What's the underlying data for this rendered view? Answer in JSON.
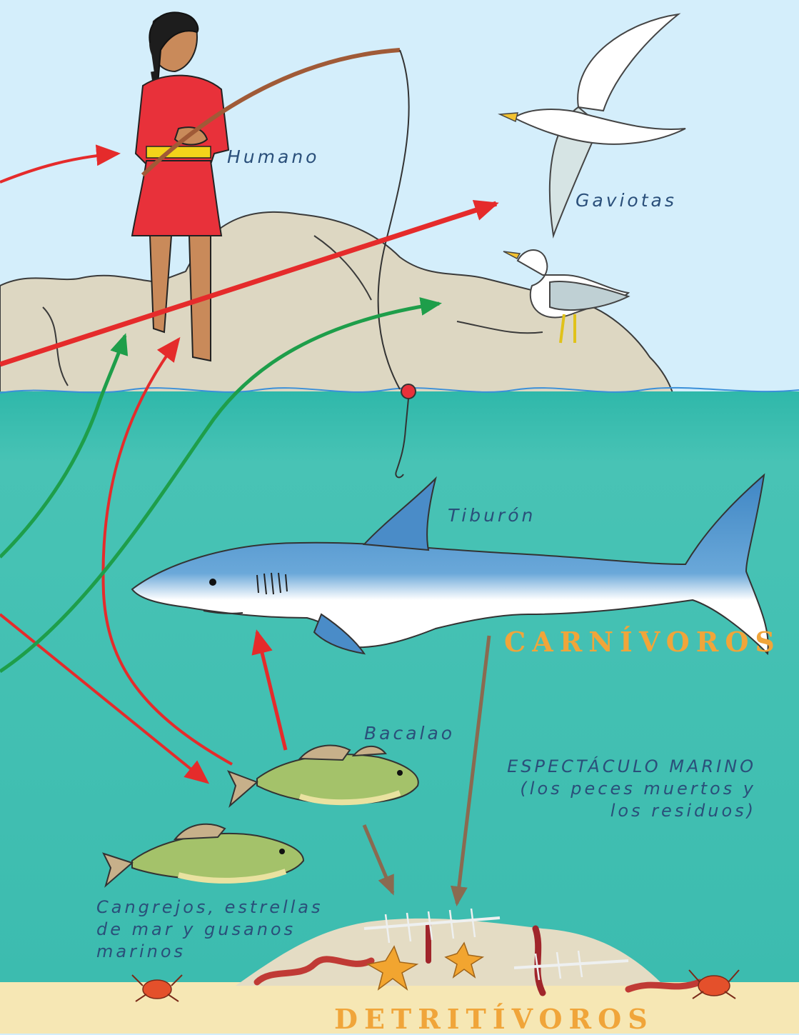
{
  "labels": {
    "human": "Humano",
    "gulls": "Gaviotas",
    "shark": "Tiburón",
    "cod": "Bacalao",
    "marine_show_line1": "ESPECTÁCULO MARINO",
    "marine_show_line2": "(los peces muertos y",
    "marine_show_line3": "los residuos)",
    "bottom_dwellers_line1": "Cangrejos, estrellas",
    "bottom_dwellers_line2": "de mar y gusanos",
    "bottom_dwellers_line3": "marinos"
  },
  "categories": {
    "carnivores": "CARNÍVOROS",
    "detritivores": "DETRITÍVOROS"
  },
  "colors": {
    "sky": "#d4eefb",
    "sea": "#3fbcaf",
    "sand": "#f6e7b4",
    "rock": "#ddd7c2",
    "arrow_red": "#e52b2b",
    "arrow_green": "#1e9e4a",
    "arrow_brown": "#8a6a50",
    "label_blue": "#2a4f7a",
    "title_orange": "#f0a53a"
  },
  "icons": [
    "girl-fishing",
    "seagull-flying",
    "seagull-standing",
    "shark",
    "cod-fish",
    "starfish",
    "crab",
    "sea-worm",
    "fish-skeleton"
  ]
}
